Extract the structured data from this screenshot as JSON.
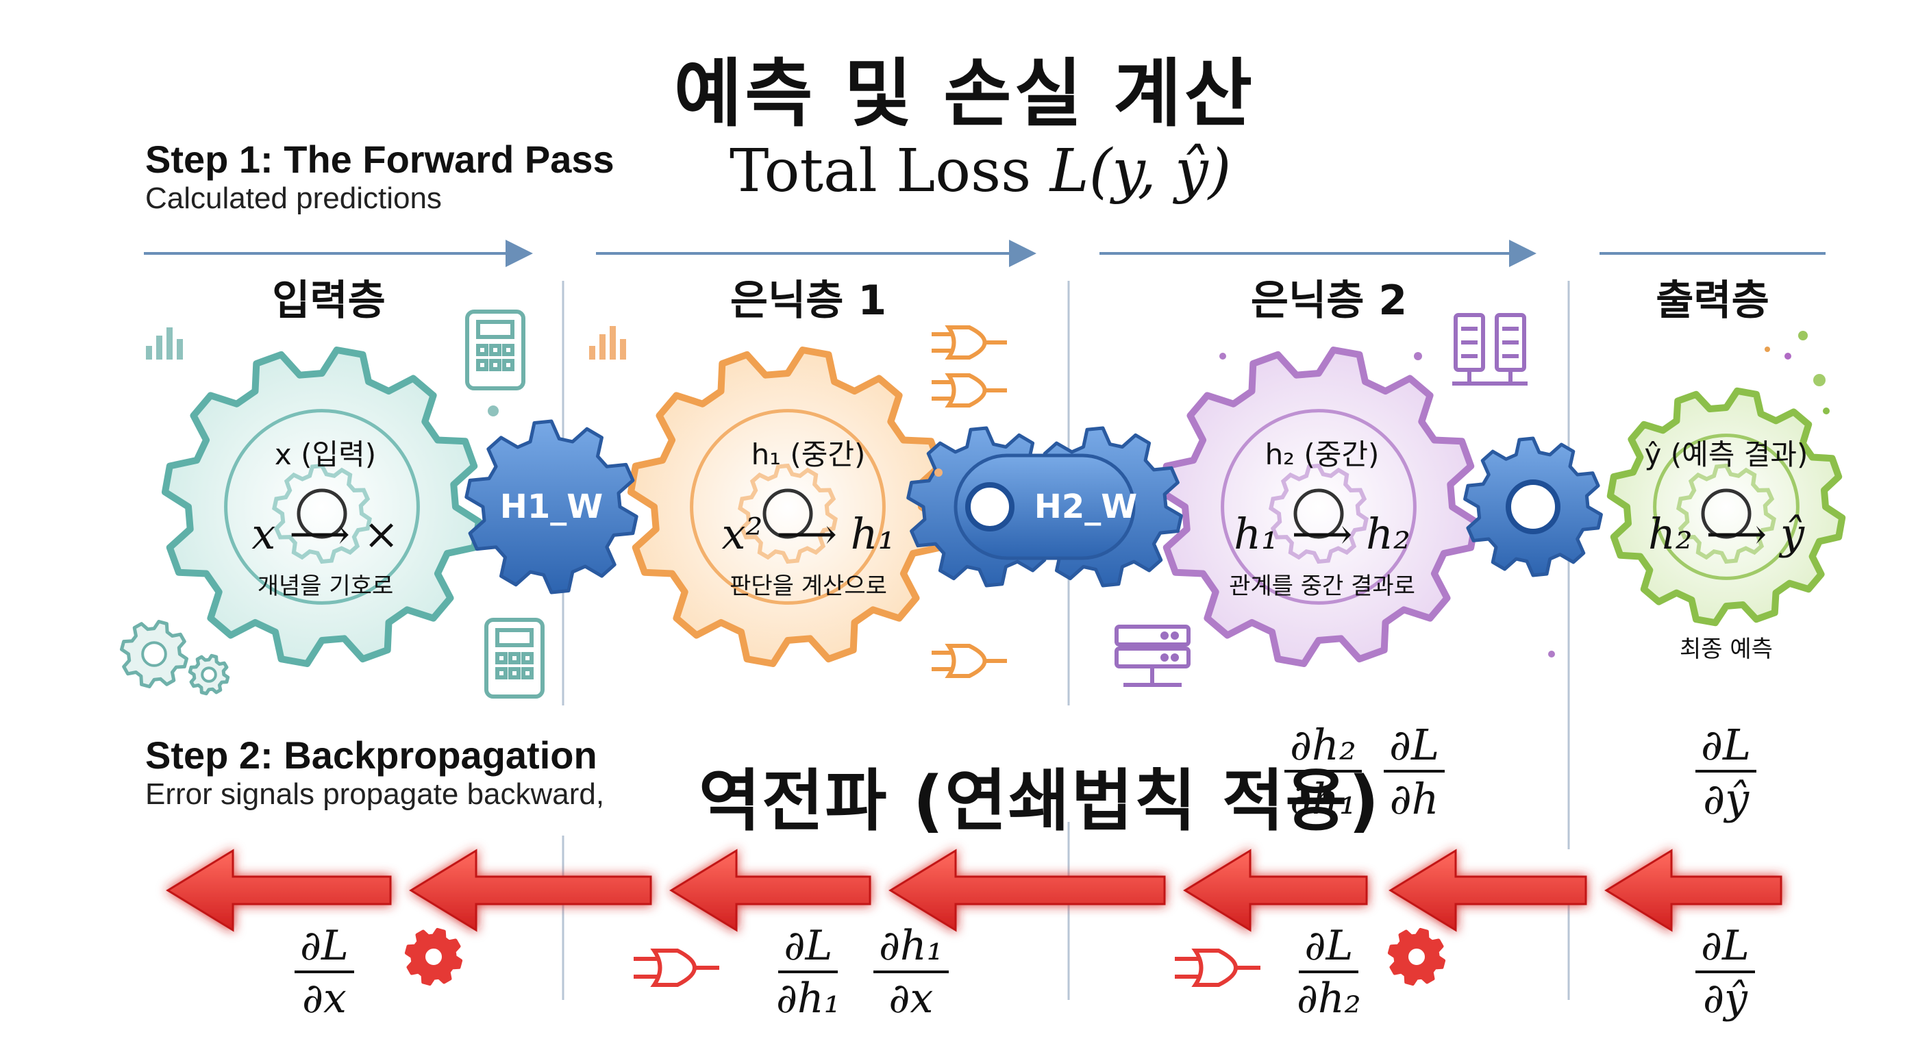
{
  "title": "예측 및 손실 계산",
  "step1": {
    "title": "Step 1: The Forward Pass",
    "subtitle": "Calculated predictions"
  },
  "loss": {
    "prefix": "Total Loss ",
    "formula": "L(y, ŷ)"
  },
  "layers": [
    {
      "title": "입력층",
      "label": "x (입력)",
      "equation": "x ⟶ ×",
      "caption": "개념을 기호로",
      "color": "#5fb0a8"
    },
    {
      "title": "은닉층 1",
      "label": "h₁ (중간)",
      "equation": "x² ⟶ h₁",
      "caption": "판단을 계산으로",
      "color": "#f0a050"
    },
    {
      "title": "은닉층 2",
      "label": "h₂ (중간)",
      "equation": "h₁ ⟶ h₂",
      "caption": "관계를 중간 결과로",
      "color": "#b07cc8"
    },
    {
      "title": "출력층",
      "label": "ŷ (예측 결과)",
      "equation": "h₂ ⟶ ŷ",
      "caption": "최종 예측",
      "color": "#8cbf4a"
    }
  ],
  "weights": [
    {
      "label": "H1_W"
    },
    {
      "label": "H2_W"
    }
  ],
  "step2": {
    "title": "Step 2: Backpropagation",
    "subtitle": "Error signals propagate backward,"
  },
  "backprop_title": "역전파 (연쇄법칙 적용)",
  "upper_grads": [
    {
      "num": "∂h₂",
      "den": "∂h₁"
    },
    {
      "num": "∂L",
      "den": "∂h"
    },
    {
      "num": "∂L",
      "den": "∂ŷ"
    }
  ],
  "lower_grads": [
    {
      "num": "∂L",
      "den": "∂x"
    },
    {
      "num": "∂L",
      "den": "∂h₁"
    },
    {
      "num": "∂h₁",
      "den": "∂x"
    },
    {
      "num": "∂L",
      "den": "∂h₂"
    },
    {
      "num": "∂L",
      "den": "∂ŷ"
    }
  ],
  "colors": {
    "arrow_red": "#e53935",
    "gear_blue": "#3f7fc9",
    "divider": "#9fb3c8",
    "forward_arrow": "#6a8fb8"
  },
  "icons": [
    "bar-chart-icon",
    "calculator-icon",
    "gear-icon",
    "logic-gate-icon",
    "server-icon",
    "sparkle-icon"
  ]
}
